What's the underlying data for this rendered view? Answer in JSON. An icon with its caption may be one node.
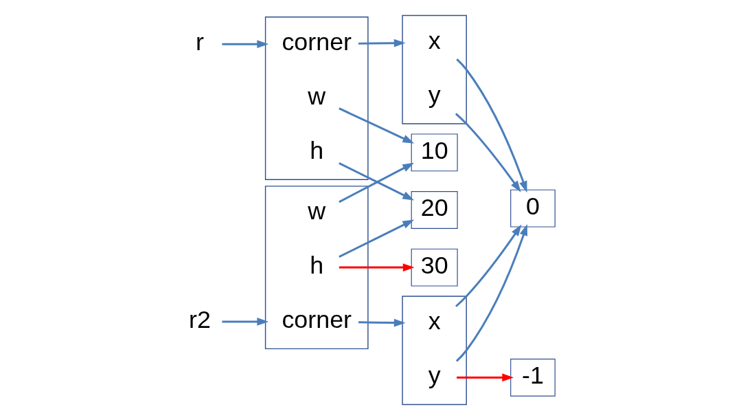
{
  "diagram": {
    "nodes": [
      {
        "text": [
          "r"
        ]
      },
      {
        "text": [],
        "shape": "box"
      },
      {
        "text": [
          "corner"
        ],
        "in": 1
      },
      {
        "text": [
          "w"
        ],
        "in": 1
      },
      {
        "text": [
          "h"
        ],
        "in": 1
      },
      {
        "text": [],
        "shape": "box"
      },
      {
        "text": [
          "x"
        ],
        "in": 5
      },
      {
        "text": [
          "y"
        ],
        "in": 5
      },
      {
        "text": [
          "0"
        ]
      },
      {
        "text": [
          "10"
        ]
      },
      {
        "text": [
          "20"
        ]
      },
      {
        "text": [
          "r2"
        ]
      },
      {
        "text": [],
        "shape": "box"
      },
      {
        "text": [
          "corner"
        ],
        "in": 12
      },
      {
        "text": [
          "w"
        ],
        "in": 12
      },
      {
        "text": [
          "h"
        ],
        "in": 12
      },
      {
        "text": [],
        "shape": "box"
      },
      {
        "text": [
          "x"
        ],
        "in": 16
      },
      {
        "text": [
          "y"
        ],
        "in": 16
      },
      {
        "text": [
          "30"
        ]
      },
      {
        "text": [
          "-1"
        ]
      }
    ],
    "edges": [
      {
        "from": 0,
        "to": 1,
        "arrow": "to"
      },
      {
        "from": 2,
        "to": 5,
        "arrow": "to"
      },
      {
        "from": 3,
        "to": 9,
        "arrow": "to"
      },
      {
        "from": 4,
        "to": 10,
        "arrow": "to"
      },
      {
        "from": 6,
        "to": 8,
        "arrow": "to"
      },
      {
        "from": 7,
        "to": 8,
        "arrow": "to"
      },
      {
        "from": 11,
        "to": 12,
        "arrow": "to"
      },
      {
        "from": 13,
        "to": 16,
        "arrow": "to"
      },
      {
        "from": 14,
        "to": 9,
        "arrow": "to"
      },
      {
        "from": 15,
        "to": 10,
        "arrow": "to"
      },
      {
        "from": 17,
        "to": 8,
        "arrow": "to"
      },
      {
        "from": 18,
        "to": 8,
        "arrow": "to"
      },
      {
        "from": 15,
        "to": 19,
        "arrow": "to",
        "color": "#ff0000"
      },
      {
        "from": 18,
        "to": 20,
        "arrow": "to",
        "color": "#ff0000"
      }
    ]
  }
}
